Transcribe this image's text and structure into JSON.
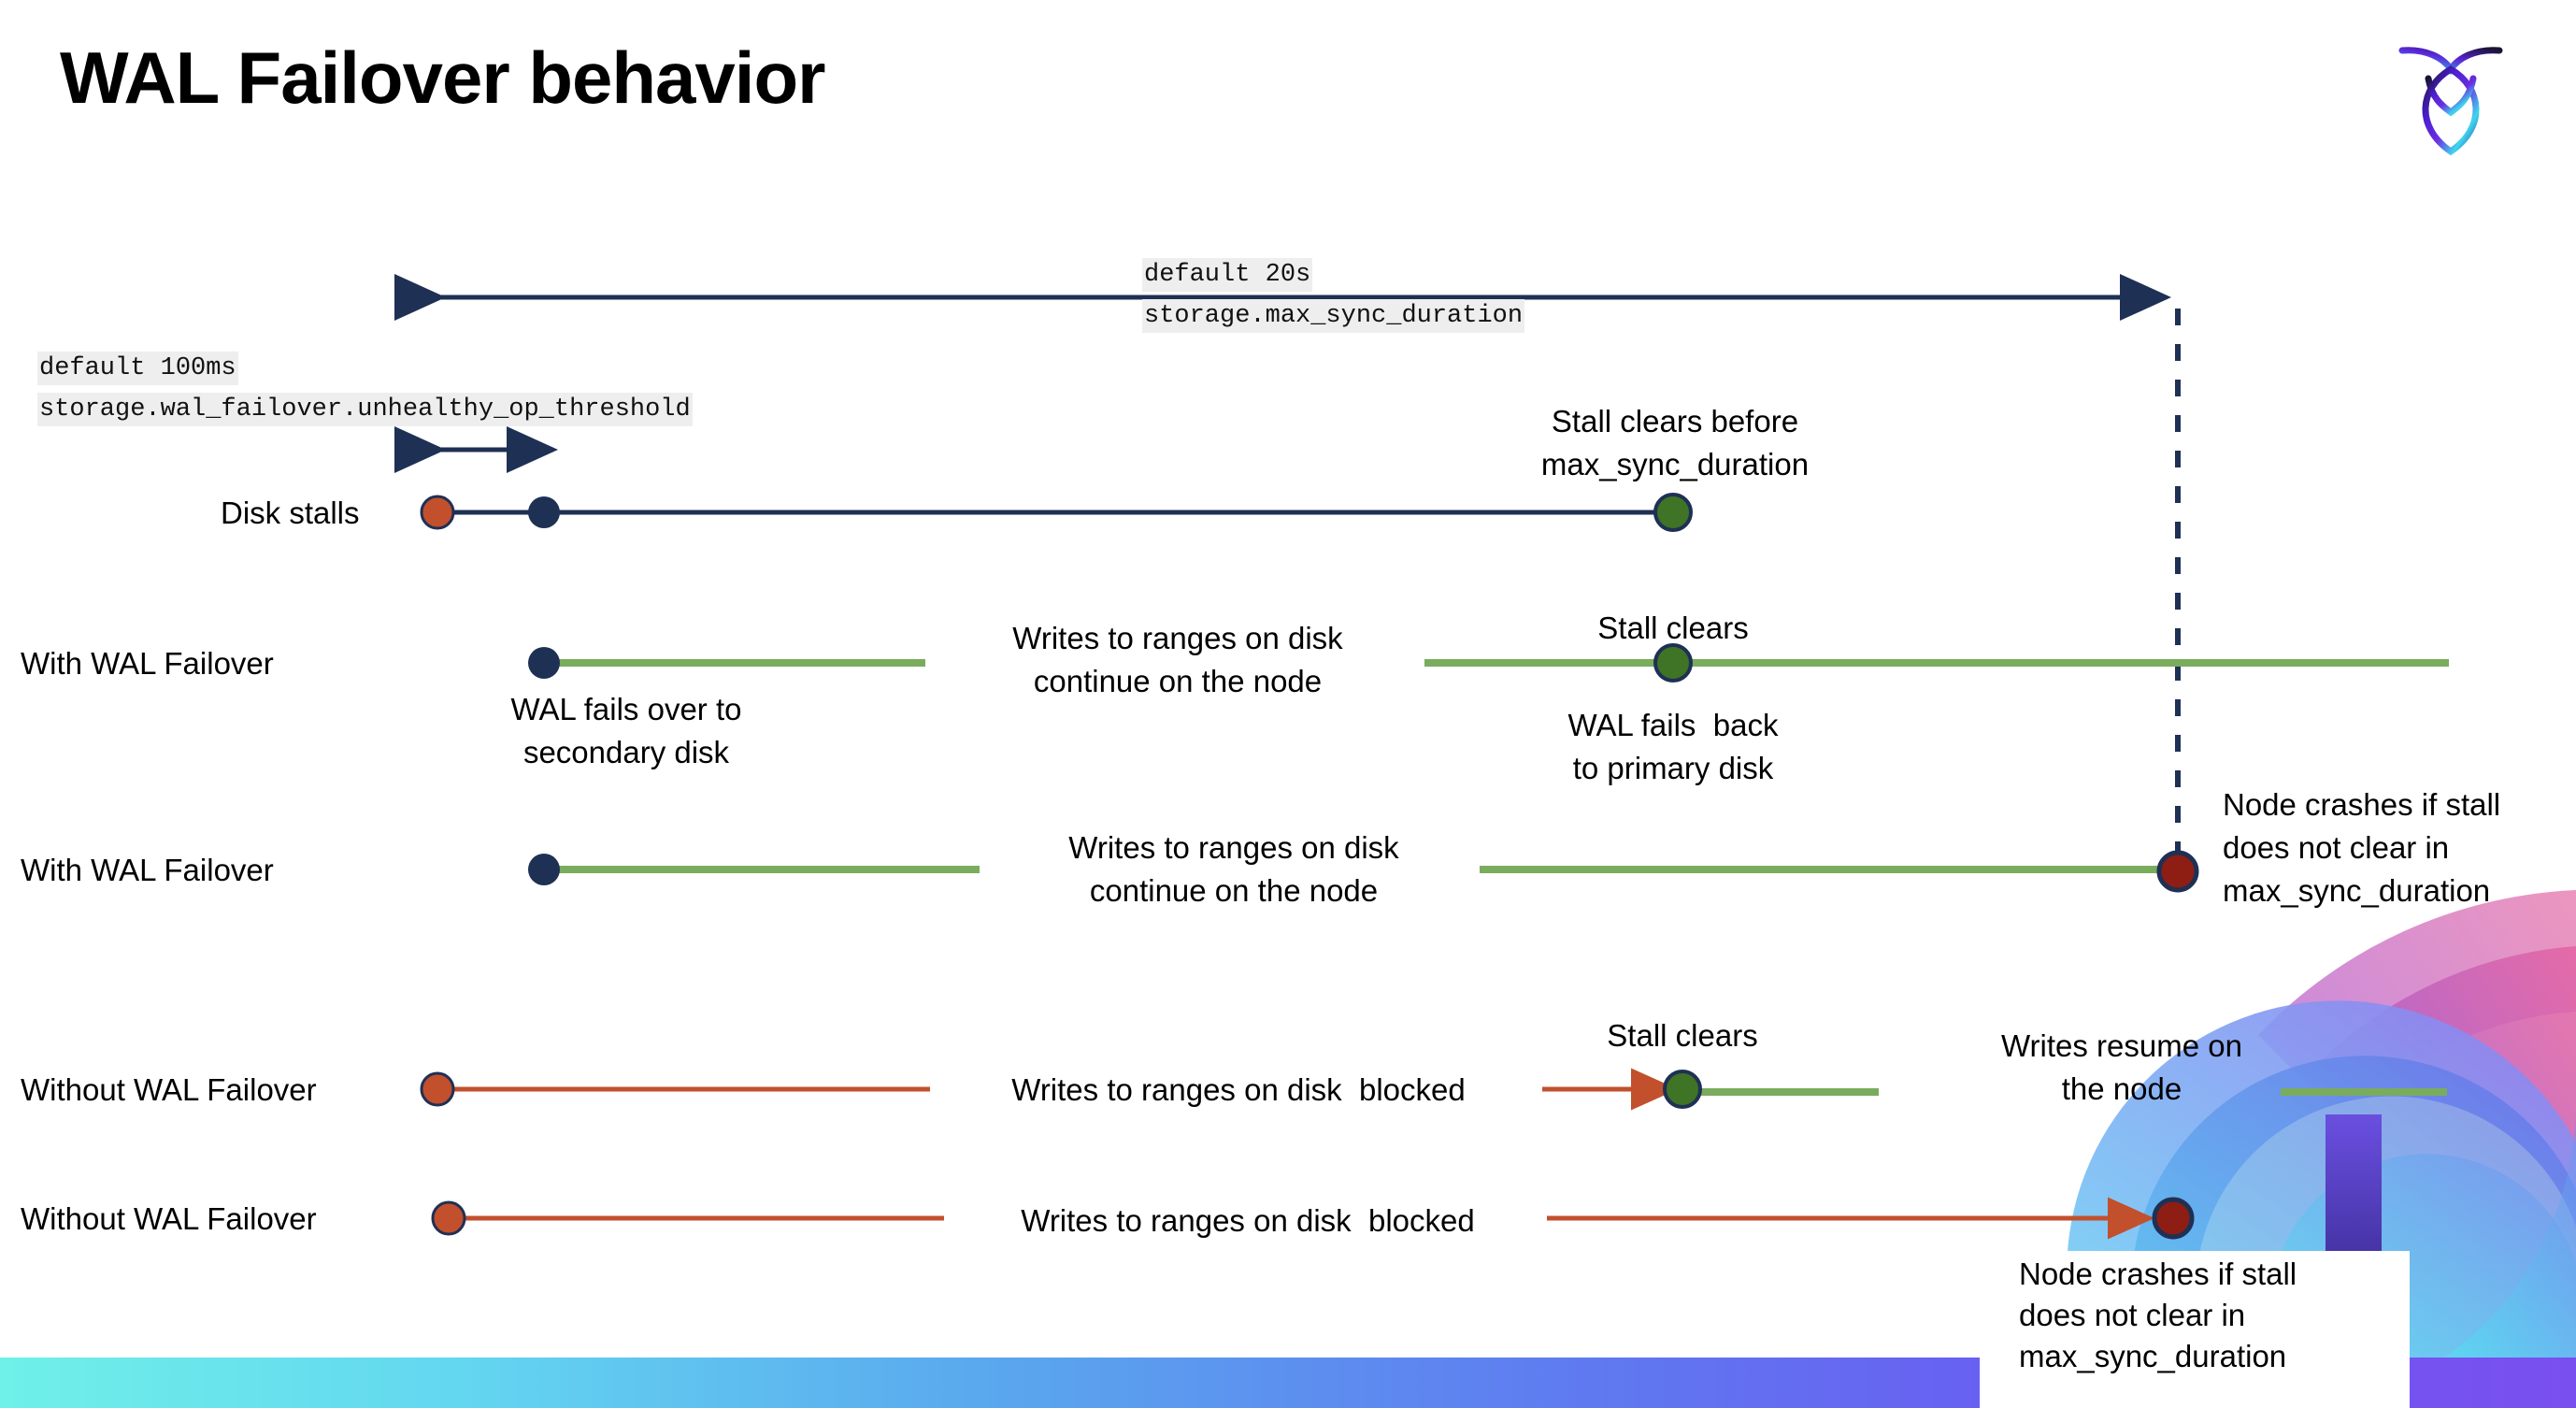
{
  "slide": {
    "title": "WAL Failover behavior",
    "logo_name": "cockroachdb-logo"
  },
  "annotations": {
    "max_sync": {
      "line1": "default 20s",
      "line2": "storage.max_sync_duration"
    },
    "unhealthy_threshold": {
      "line1": "default 100ms",
      "line2": "storage.wal_failover.unhealthy_op_threshold"
    }
  },
  "rows": [
    {
      "id": "disk-stalls",
      "label": "Disk stalls",
      "notes": [
        {
          "id": "stall-clears-before",
          "line1": "Stall clears before",
          "line2": "max_sync_duration"
        }
      ]
    },
    {
      "id": "with-wal-failover-1",
      "label": "With WAL Failover",
      "notes": [
        {
          "id": "writes-continue-1",
          "line1": "Writes to ranges on disk",
          "line2": "continue on the node"
        },
        {
          "id": "stall-clears-1",
          "line1": "Stall clears",
          "line2": ""
        },
        {
          "id": "wal-fails-over",
          "line1": "WAL fails over to",
          "line2": "secondary disk"
        },
        {
          "id": "wal-fails-back",
          "line1": "WAL fails  back",
          "line2": "to primary disk"
        }
      ]
    },
    {
      "id": "with-wal-failover-2",
      "label": "With WAL Failover",
      "notes": [
        {
          "id": "writes-continue-2",
          "line1": "Writes to ranges on disk",
          "line2": "continue on the node"
        },
        {
          "id": "node-crashes-1",
          "line1": "Node crashes if stall",
          "line2": "does not clear in",
          "line3": "max_sync_duration"
        }
      ]
    },
    {
      "id": "without-wal-failover-1",
      "label": "Without WAL Failover",
      "notes": [
        {
          "id": "writes-blocked-1",
          "line1": "Writes to ranges on disk  blocked",
          "line2": ""
        },
        {
          "id": "stall-clears-2",
          "line1": "Stall clears",
          "line2": ""
        },
        {
          "id": "writes-resume",
          "line1": "Writes resume on",
          "line2": "the node"
        }
      ]
    },
    {
      "id": "without-wal-failover-2",
      "label": "Without WAL Failover",
      "notes": [
        {
          "id": "writes-blocked-2",
          "line1": "Writes to ranges on disk  blocked",
          "line2": ""
        },
        {
          "id": "node-crashes-2",
          "line1": "Node crashes if stall",
          "line2": "does not clear in",
          "line3": "max_sync_duration"
        }
      ]
    }
  ],
  "colors": {
    "navy": "#1f3055",
    "green_line": "#7aac5e",
    "green_dot": "#3f7326",
    "orange": "#c2502c",
    "dark_red": "#8e1d14",
    "code_bg": "#eeeeee"
  }
}
